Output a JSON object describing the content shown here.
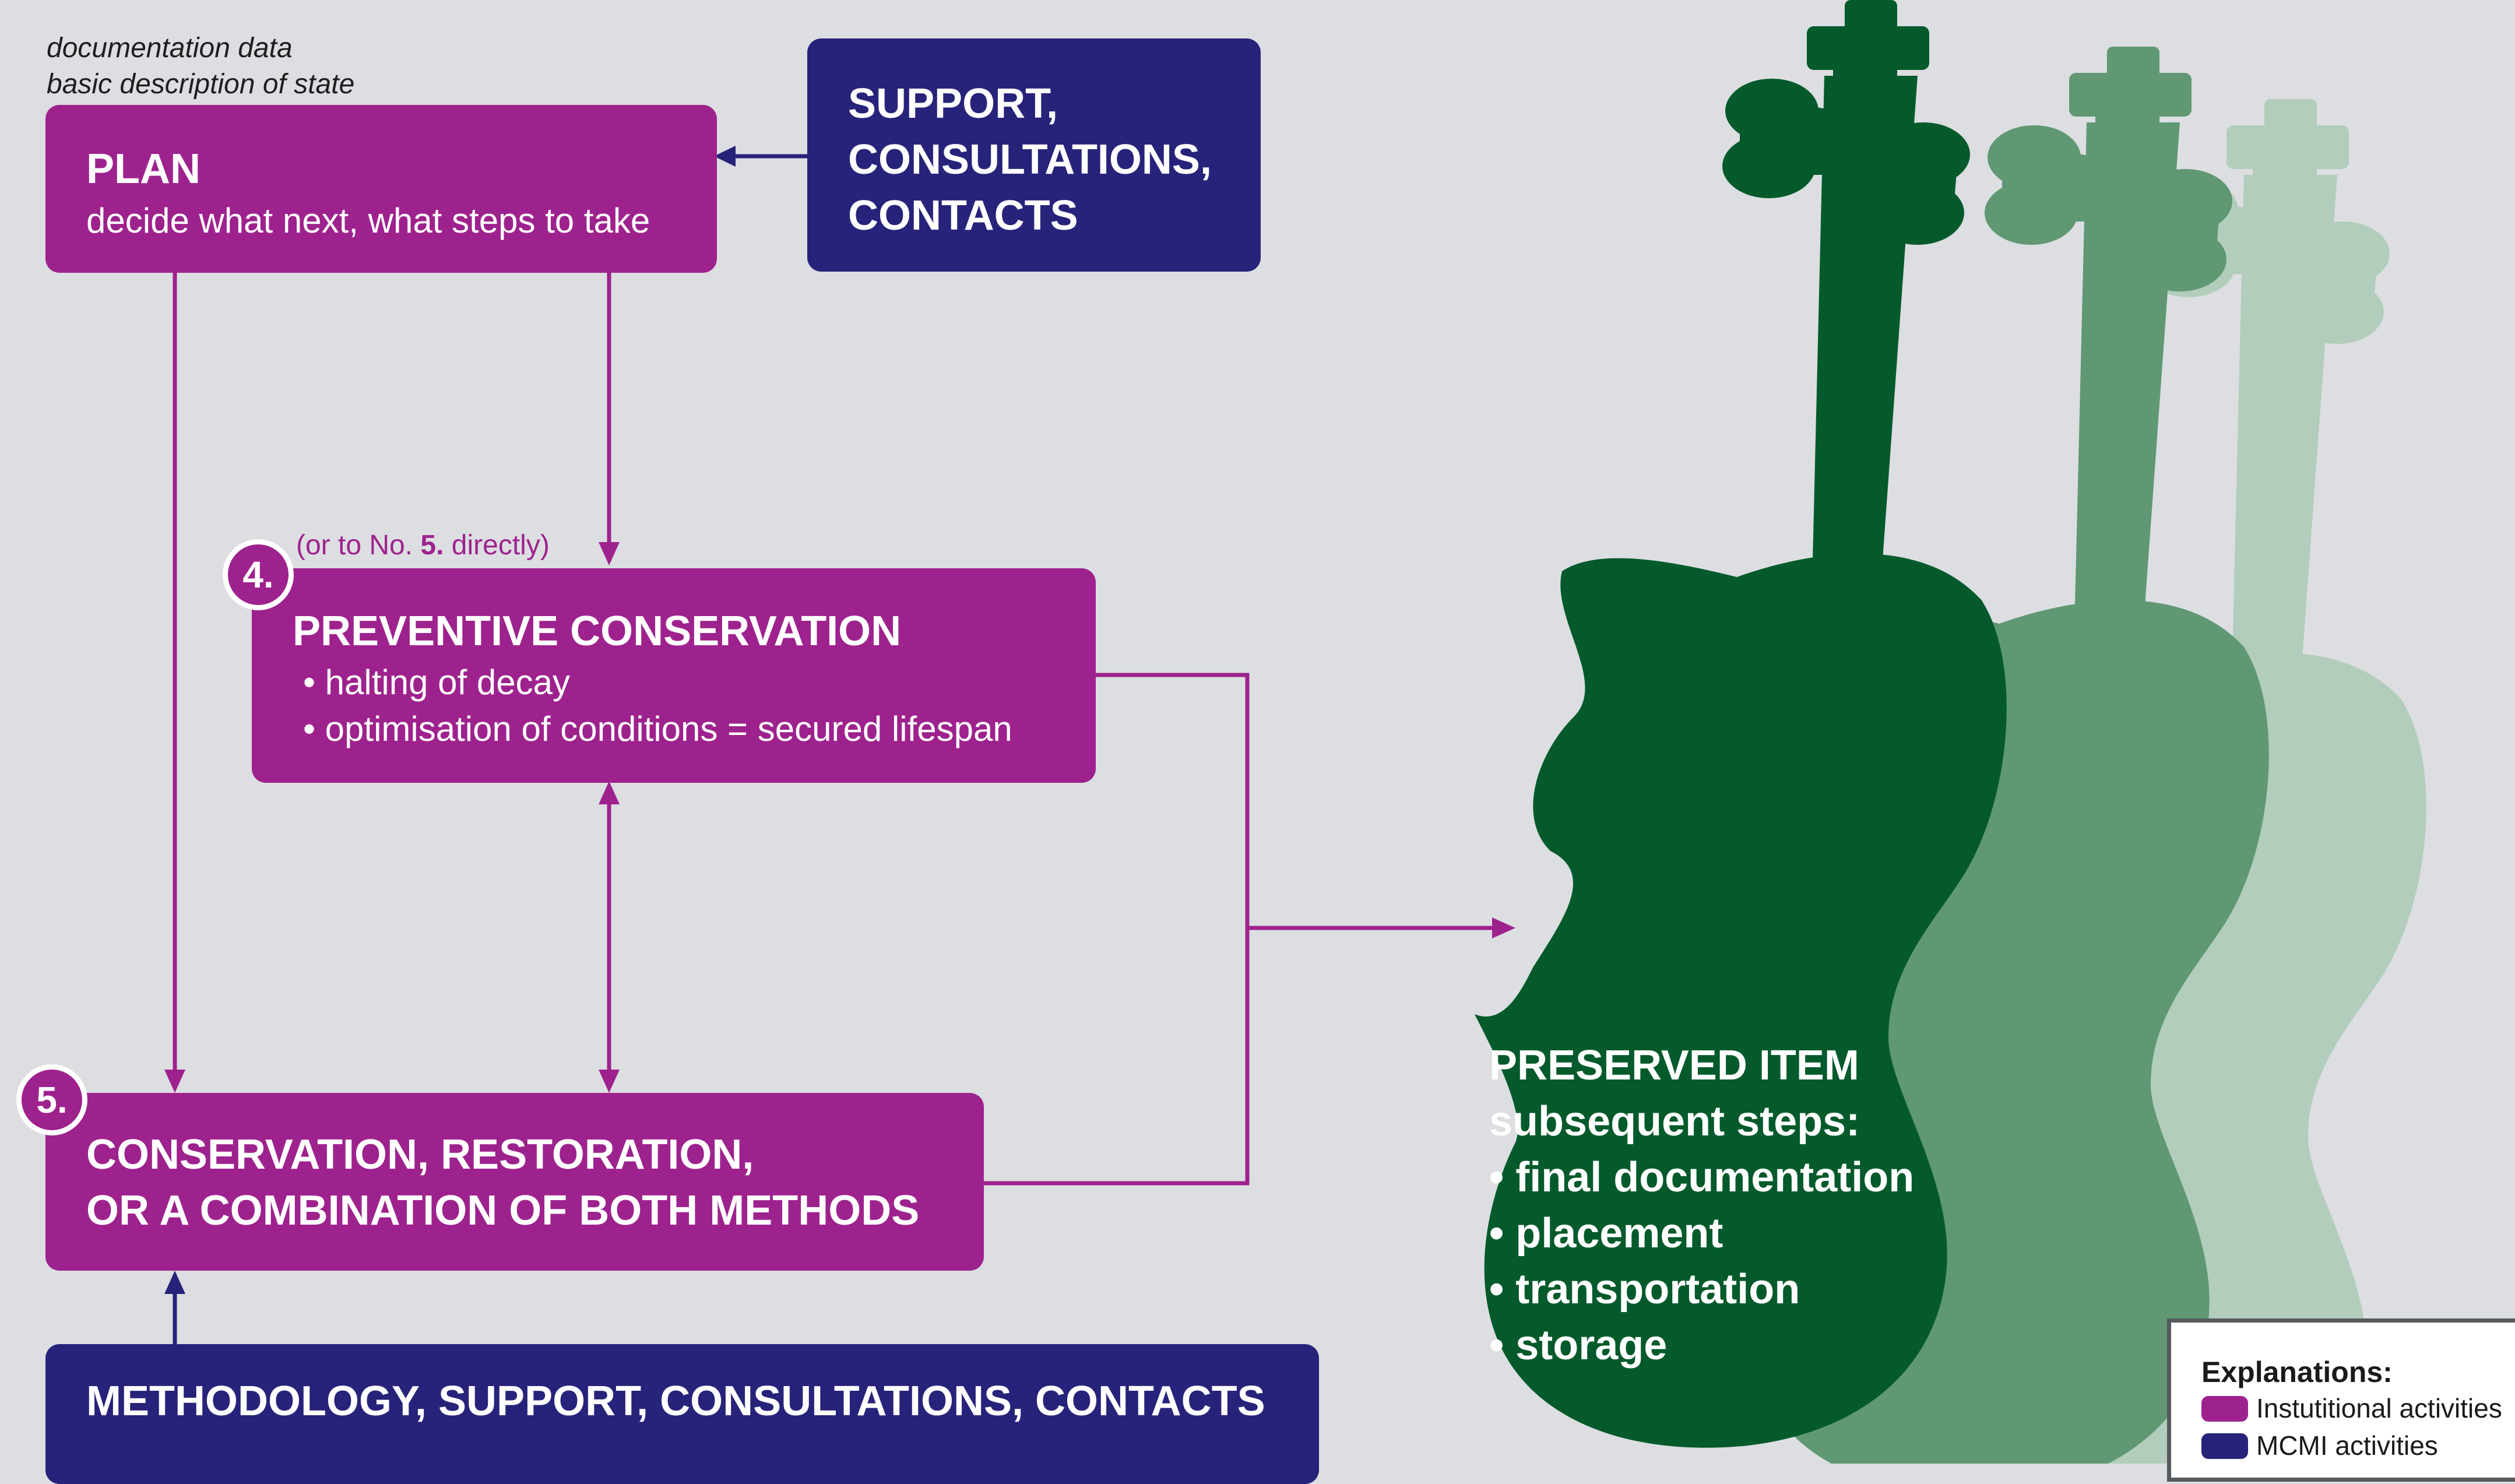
{
  "doc_note": {
    "line1": "documentation data",
    "line2": "basic description of state"
  },
  "plan": {
    "title": "PLAN",
    "subtitle": "decide what next, what steps to take"
  },
  "support_box": {
    "lines": [
      "SUPPORT,",
      "CONSULTATIONS,",
      "CONTACTS"
    ]
  },
  "step4": {
    "number": "4.",
    "note_prefix": "(or to No. ",
    "note_bold": "5.",
    "note_suffix": " directly)",
    "title": "PREVENTIVE CONSERVATION",
    "bullets": [
      "• halting of decay",
      "• optimisation of conditions = secured lifespan"
    ]
  },
  "step5": {
    "number": "5.",
    "lines": [
      "CONSERVATION, RESTORATION,",
      "OR A COMBINATION OF BOTH METHODS"
    ]
  },
  "methodology_box": {
    "label": "METHODOLOGY, SUPPORT, CONSULTATIONS, CONTACTS"
  },
  "preserved_item": {
    "lines": [
      "PRESERVED ITEM",
      "subsequent steps:",
      "• final documentation",
      "• placement",
      "• transportation",
      "• storage"
    ]
  },
  "legend": {
    "title": "Explanations:",
    "items": [
      {
        "label": "Instutitional activities",
        "color": "#9e228d"
      },
      {
        "label": "MCMI activities",
        "color": "#27237a"
      }
    ]
  },
  "colors": {
    "institutional": "#9e228d",
    "mcmi": "#27237a",
    "violin_dark": "#045a2b",
    "violin_mid": "#5f9873",
    "violin_light": "#b2cdbb",
    "background": "#dcdee2"
  }
}
